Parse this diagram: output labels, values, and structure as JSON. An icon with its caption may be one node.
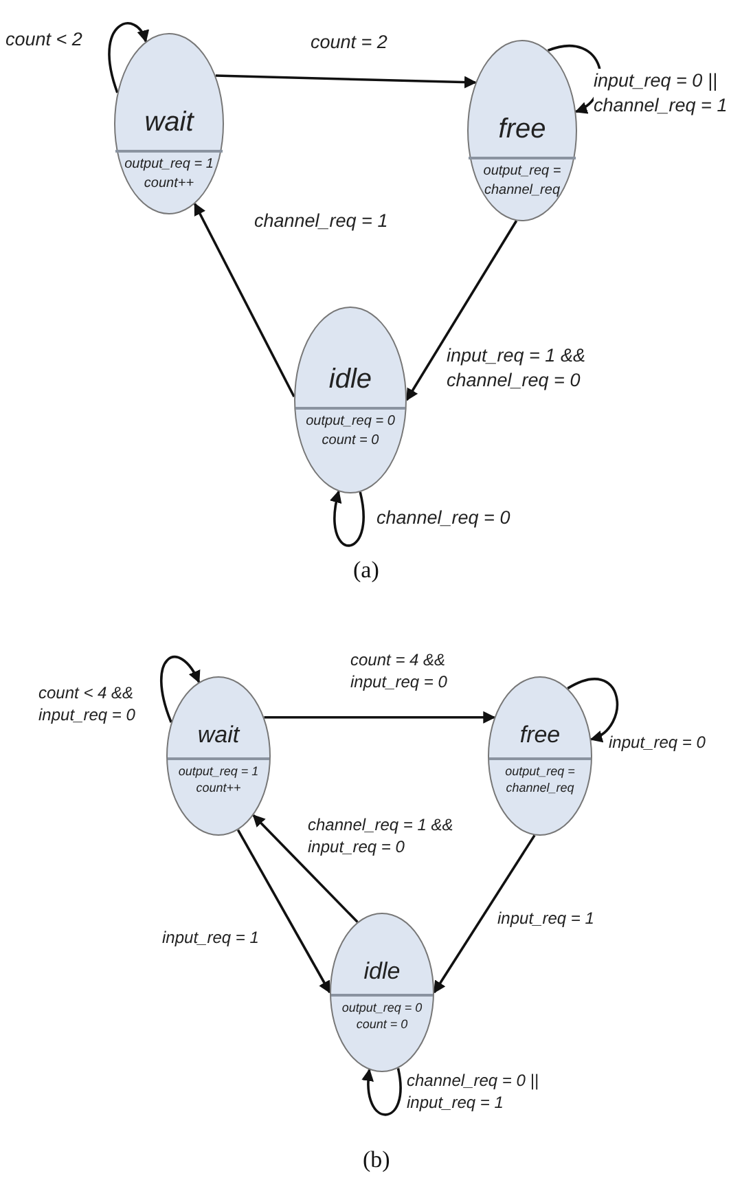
{
  "diagram": {
    "nodes": [
      {
        "text": [
          "wait",
          "output_req = 1 count++"
        ]
      },
      {
        "text": [
          "free",
          "output_req = channel_req"
        ]
      },
      {
        "text": [
          "idle",
          "output_req = 0 count = 0"
        ]
      },
      {
        "text": [
          "wait",
          "output_req = 1 count++"
        ]
      },
      {
        "text": [
          "free",
          "output_req = channel_req"
        ]
      },
      {
        "text": [
          "idle",
          "output_req = 0 count = 0"
        ]
      }
    ],
    "edges": [
      {
        "from": 0,
        "to": 0,
        "arrow": "to",
        "label": "count < 2"
      },
      {
        "from": 0,
        "to": 1,
        "arrow": "to",
        "label": "count = 2"
      },
      {
        "from": 1,
        "to": 1,
        "arrow": "to",
        "label": "input_req = 0 || channel_req = 1"
      },
      {
        "from": 1,
        "to": 2,
        "arrow": "to",
        "label": "input_req = 1 && channel_req = 0"
      },
      {
        "from": 2,
        "to": 0,
        "arrow": "to",
        "label": "channel_req = 1"
      },
      {
        "from": 2,
        "to": 2,
        "arrow": "to",
        "label": "channel_req = 0"
      },
      {
        "from": 3,
        "to": 3,
        "arrow": "to",
        "label": "count < 4 && input_req = 0"
      },
      {
        "from": 3,
        "to": 4,
        "arrow": "to",
        "label": "count = 4 && input_req = 0"
      },
      {
        "from": 4,
        "to": 4,
        "arrow": "to",
        "label": "input_req = 0"
      },
      {
        "from": 3,
        "to": 5,
        "arrow": "to",
        "label": "input_req = 1"
      },
      {
        "from": 5,
        "to": 3,
        "arrow": "to",
        "label": "channel_req = 1 && input_req = 0"
      },
      {
        "from": 4,
        "to": 5,
        "arrow": "to",
        "label": "input_req = 1"
      },
      {
        "from": 5,
        "to": 5,
        "arrow": "to",
        "label": "channel_req = 0 || input_req = 1"
      }
    ],
    "labels": [
      "(a)",
      "(b)"
    ]
  }
}
